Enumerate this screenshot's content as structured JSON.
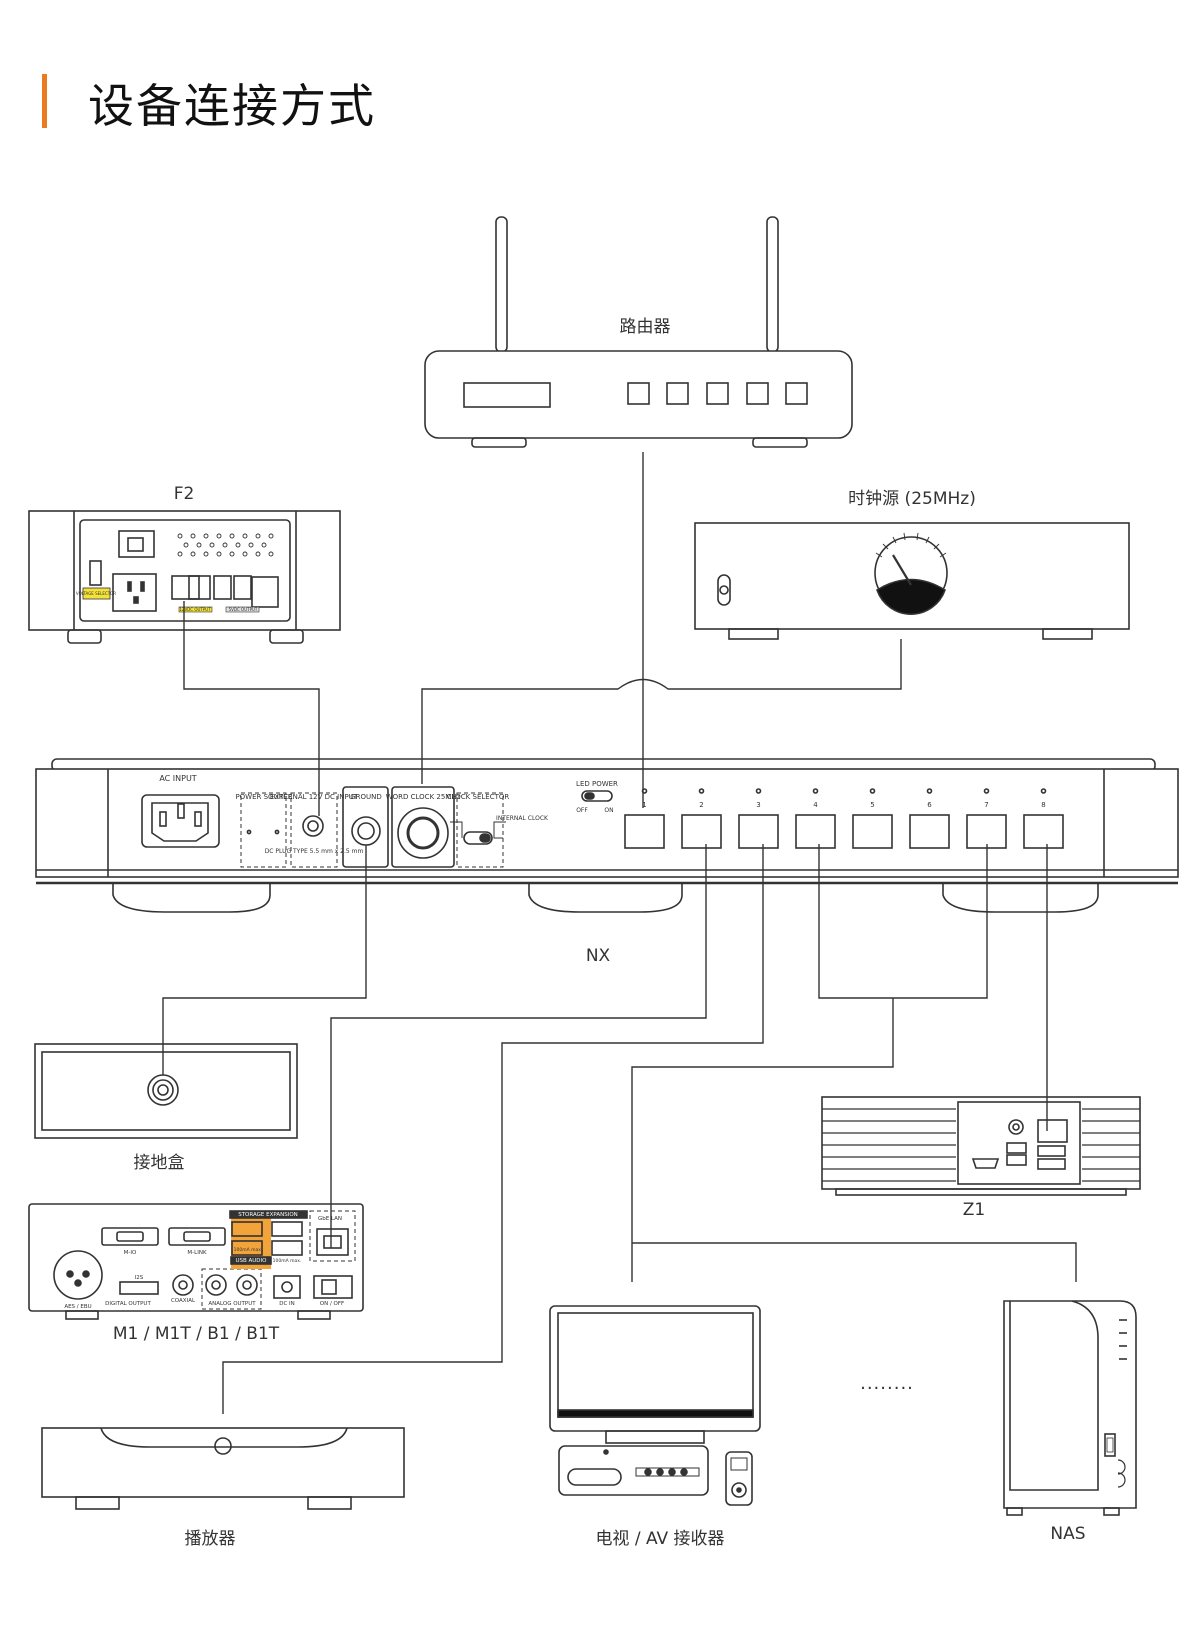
{
  "page_title": "设备连接方式",
  "devices": {
    "router": "路由器",
    "clock": "时钟源 (25MHz)",
    "f2": "F2",
    "nx": "NX",
    "ground_box": "接地盒",
    "z1": "Z1",
    "m1": "M1 / M1T / B1 / B1T",
    "player": "播放器",
    "tv": "电视 / AV 接收器",
    "nas": "NAS",
    "more": "........"
  },
  "nx_panel": {
    "ac_input": "AC INPUT",
    "power_source": "POWER SOURCE",
    "external_dc": "EXTERNAL 12V DC INPUT",
    "dc_plug": "DC PLUG TYPE 5.5 mm x 2.5 mm",
    "ground": "GROUND",
    "word_clock": "WORD CLOCK 25MHz",
    "clock_selector": "CLOCK SELECTOR",
    "internal_clock": "INTERNAL CLOCK",
    "led_power": "LED POWER",
    "off": "OFF",
    "on": "ON",
    "ports": [
      "1",
      "2",
      "3",
      "4",
      "5",
      "6",
      "7",
      "8"
    ]
  },
  "m1_panel": {
    "storage_expansion": "STORAGE EXPANSION",
    "gbe_lan": "GbE LAN",
    "usb_audio": "USB AUDIO",
    "current_a": "100mA max.",
    "current_b": "100mA max.",
    "m_io": "M-IO",
    "m_link": "M-LINK",
    "aes_ebu": "AES / EBU",
    "i2s": "I2S",
    "digital_output": "DIGITAL OUTPUT",
    "coaxial": "COAXIAL",
    "analog_output": "ANALOG OUTPUT",
    "dc_in": "DC IN",
    "on_off": "ON / OFF"
  },
  "f2_panel": {
    "voltage_selector": "VOLTAGE SELECTOR",
    "output_a": "12VDC OUTPUT",
    "output_b": "5VDC OUTPUT"
  },
  "colors": {
    "accent": "#ec7a1f",
    "line": "#333333",
    "usb_highlight": "#f2a33a"
  }
}
